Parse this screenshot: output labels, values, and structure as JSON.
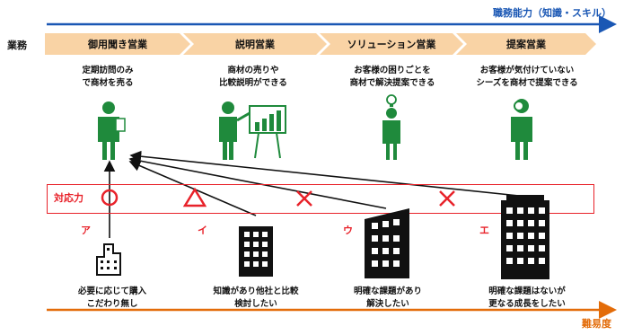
{
  "axes": {
    "top_label": "職務能力（知識・スキル）",
    "bottom_label": "難易度"
  },
  "row_label": "業務",
  "stages": [
    {
      "label": "御用聞き営業",
      "desc_line1": "定期訪問のみ",
      "desc_line2": "で商材を売る",
      "figure_icon": "person-with-document-icon"
    },
    {
      "label": "説明営業",
      "desc_line1": "商材の売りや",
      "desc_line2": "比較説明ができる",
      "figure_icon": "person-presenting-chart-icon"
    },
    {
      "label": "ソリューション営業",
      "desc_line1": "お客様の困りごとを",
      "desc_line2": "商材で解決提案できる",
      "figure_icon": "person-with-lightbulb-icon"
    },
    {
      "label": "提案営業",
      "desc_line1": "お客様が気付けていない",
      "desc_line2": "シーズを商材で提案できる",
      "figure_icon": "person-with-magnifier-icon"
    }
  ],
  "response": {
    "label": "対応力",
    "marks": [
      "○",
      "△",
      "×",
      "×"
    ],
    "mark_color": "#e8222a"
  },
  "customers": [
    {
      "letter": "ア",
      "desc_line1": "必要に応じて購入",
      "desc_line2": "こだわり無し",
      "building_icon": "small-building-outline-icon"
    },
    {
      "letter": "イ",
      "desc_line1": "知識があり他社と比較",
      "desc_line2": "検討したい",
      "building_icon": "mid-building-icon"
    },
    {
      "letter": "ウ",
      "desc_line1": "明確な課題があり",
      "desc_line2": "解決したい",
      "building_icon": "tall-building-icon"
    },
    {
      "letter": "エ",
      "desc_line1": "明確な課題はないが",
      "desc_line2": "更なる成長をしたい",
      "building_icon": "skyscraper-icon"
    }
  ],
  "colors": {
    "top_arrow": "#1a57b4",
    "bottom_arrow": "#e36c09",
    "chevron": "#f9d3a5",
    "figure": "#1f8a3c",
    "accent": "#e8222a"
  }
}
